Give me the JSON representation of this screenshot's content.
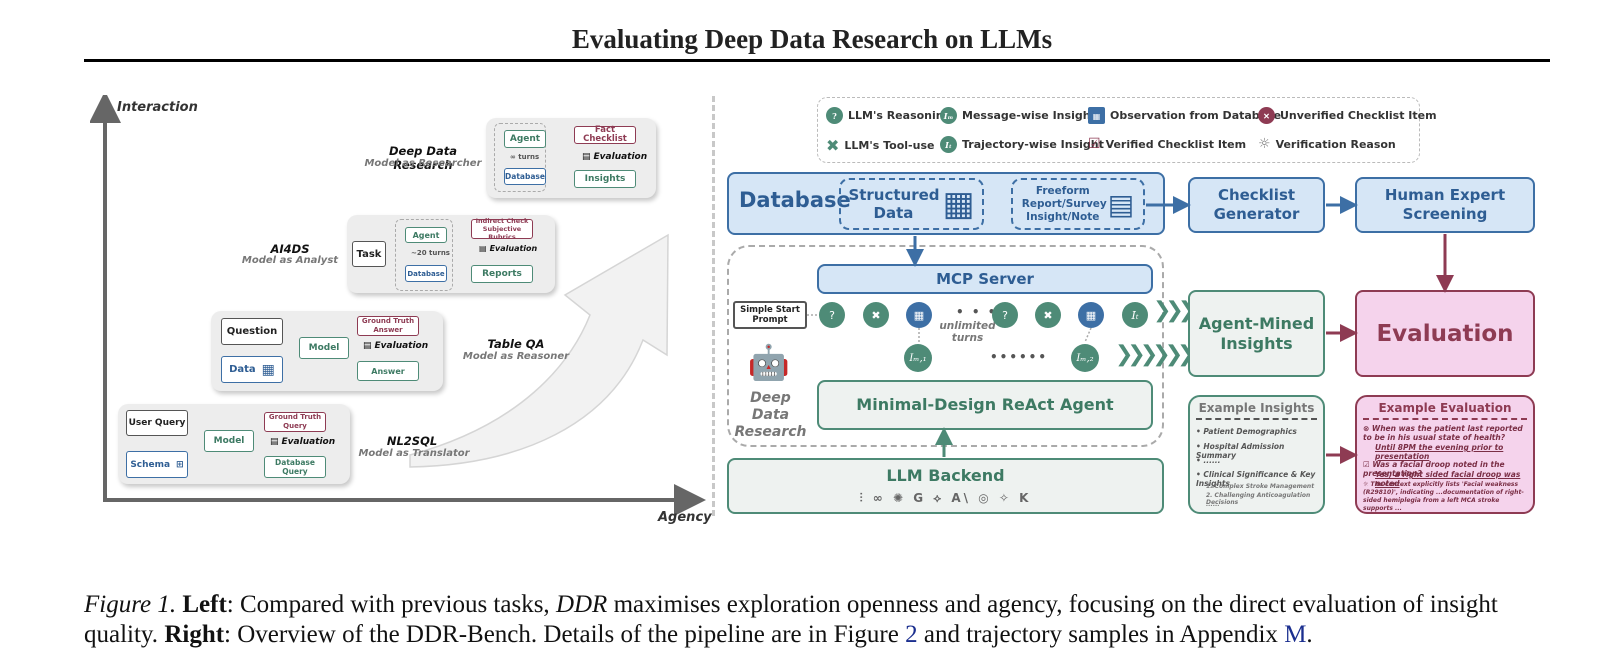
{
  "title": "Evaluating Deep Data Research on LLMs",
  "left": {
    "y_axis": "Interaction",
    "x_axis": "Agency",
    "tasks": [
      {
        "title": "Deep Data Research",
        "subtitle": "Model as Researcher",
        "agent": "Agent",
        "turns": "∞ turns",
        "database": "Database",
        "check": "Fact Checklist",
        "evaluation": "Evaluation",
        "output": "Insights"
      },
      {
        "title": "AI4DS",
        "subtitle": "Model as Analyst",
        "input": "Task",
        "agent": "Agent",
        "turns": "~20 turns",
        "database": "Database",
        "check": "Indirect Check Subjective Rubrics",
        "evaluation": "Evaluation",
        "output": "Reports"
      },
      {
        "title": "Table QA",
        "subtitle": "Model as Reasoner",
        "input": "Question",
        "data": "Data",
        "model": "Model",
        "check": "Ground Truth Answer",
        "evaluation": "Evaluation",
        "output": "Answer"
      },
      {
        "title": "NL2SQL",
        "subtitle": "Model as Translator",
        "input": "User Query",
        "schema": "Schema",
        "model": "Model",
        "check": "Ground Truth Query",
        "evaluation": "Evaluation",
        "output": "Database Query"
      }
    ]
  },
  "legend": {
    "reasoning": "LLM's Reasoning",
    "message_insight": "Message-wise Insight",
    "observation": "Observation from Database",
    "unverified": "Unverified Checklist Item",
    "tooluse": "LLM's Tool-use",
    "trajectory_insight": "Trajectory-wise Insight",
    "verified": "Verified Checklist Item",
    "reason": "Verification Reason"
  },
  "pipeline": {
    "database": "Database",
    "structured": "Structured Data",
    "freeform": "Freeform Report/Survey Insight/Note",
    "checklist_gen": "Checklist Generator",
    "human": "Human Expert Screening",
    "mcp": "MCP Server",
    "prompt": "Simple Start Prompt",
    "unlimited": "unlimited turns",
    "ddr_label": "Deep Data Research",
    "react": "Minimal-Design ReAct Agent",
    "backend": "LLM Backend",
    "mined": "Agent-Mined Insights",
    "evaluation": "Evaluation",
    "example_insights": {
      "title": "Example Insights",
      "items": [
        "Patient Demographics",
        "Hospital Admission Summary",
        "......",
        "Clinical Significance & Key Insights"
      ],
      "subitems": [
        "1. Complex Stroke Management",
        "2. Challenging Anticoagulation Decisions",
        "......"
      ]
    },
    "example_eval": {
      "title": "Example Evaluation",
      "q1": "When was the patient last reported to be in his usual state of health?",
      "a1": "Until 8PM the evening prior to presentation",
      "q2": "Was a facial droop noted in the presentation?",
      "a2": "Yes; a right sided facial droop was noted",
      "reason": "The context explicitly lists 'Facial weakness (R29810)', indicating ...documentation of right-sided hemiplegia from a left MCA stroke supports ..."
    }
  },
  "caption": {
    "fig": "Figure 1.",
    "left_b": "Left",
    "t1": ": Compared with previous tasks,",
    "ddr": "DDR",
    "t2": "maximises exploration openness and agency, focusing on the direct evaluation of insight quality.",
    "right_b": "Right",
    "t3": ": Overview of the DDR-Bench. Details of the pipeline are in Figure",
    "fig_ref": "2",
    "t4": "and trajectory samples in Appendix",
    "app_ref": "M",
    "t5": "."
  }
}
